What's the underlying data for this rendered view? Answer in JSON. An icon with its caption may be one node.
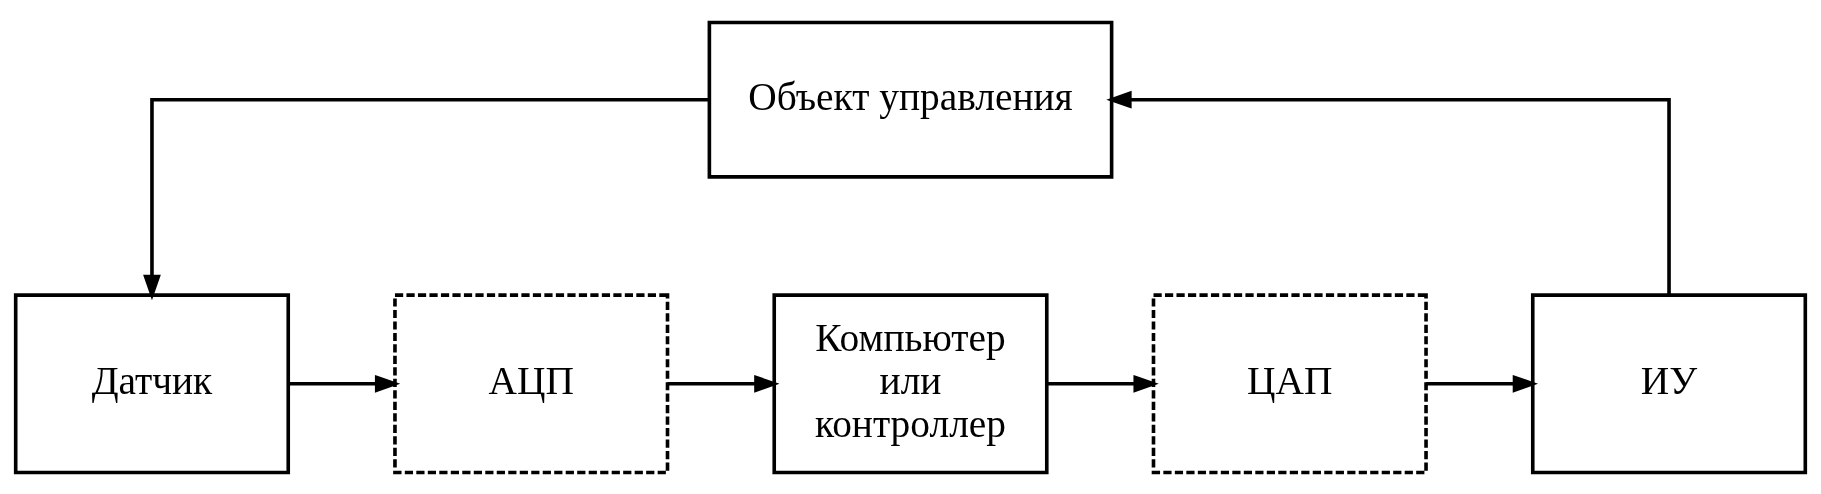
{
  "diagram": {
    "nodes": [
      {
        "text": [
          "Объект управления"
        ]
      },
      {
        "text": [
          "Датчик"
        ]
      },
      {
        "text": [
          "АЦП"
        ]
      },
      {
        "text": [
          "Компьютер или контроллер"
        ]
      },
      {
        "text": [
          "ЦАП"
        ]
      },
      {
        "text": [
          "ИУ"
        ]
      }
    ],
    "edges": [
      {
        "from": 0,
        "to": 1,
        "arrow": "to"
      },
      {
        "from": 1,
        "to": 2,
        "arrow": "to"
      },
      {
        "from": 2,
        "to": 3,
        "arrow": "to"
      },
      {
        "from": 3,
        "to": 4,
        "arrow": "to"
      },
      {
        "from": 4,
        "to": 5,
        "arrow": "to"
      },
      {
        "from": 5,
        "to": 0,
        "arrow": "to"
      }
    ]
  }
}
